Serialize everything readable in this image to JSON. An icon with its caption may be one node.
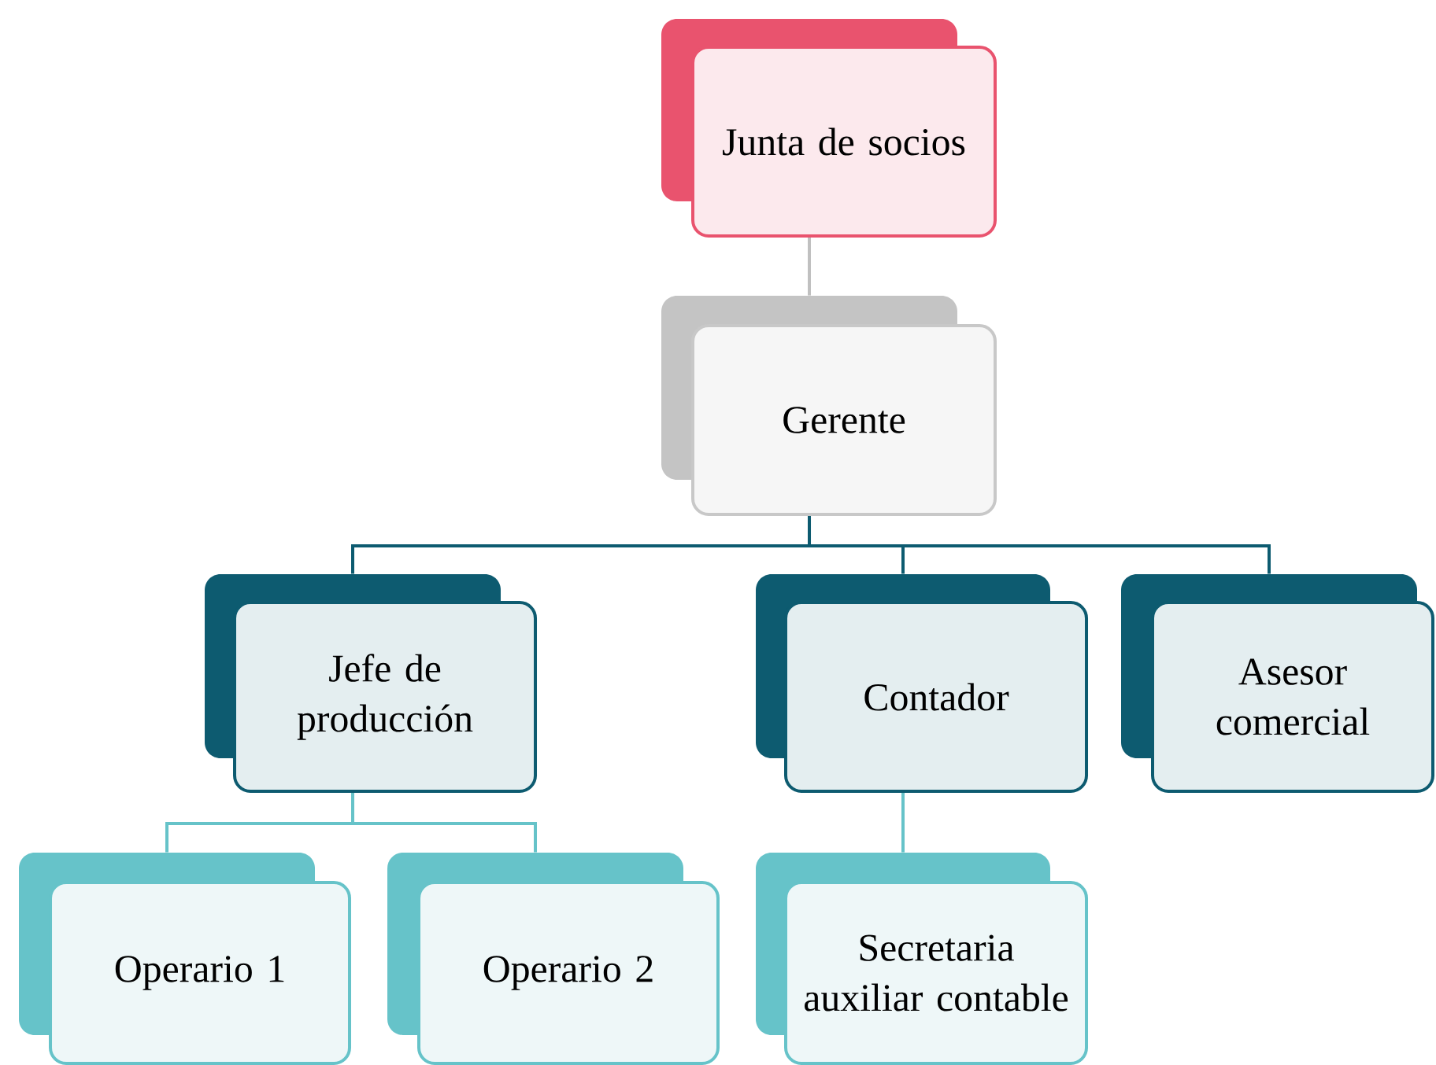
{
  "diagram": {
    "nodes": [
      {
        "text": [
          "Junta de socios"
        ]
      },
      {
        "text": [
          "Gerente"
        ]
      },
      {
        "text": [
          "Jefe de producción"
        ]
      },
      {
        "text": [
          "Contador"
        ]
      },
      {
        "text": [
          "Asesor comercial"
        ]
      },
      {
        "text": [
          "Operario 1"
        ]
      },
      {
        "text": [
          "Operario 2"
        ]
      },
      {
        "text": [
          "Secretaria auxiliar contable"
        ]
      }
    ],
    "edges": [
      {
        "from": 0,
        "to": 1,
        "arrow": "none",
        "color": "#c0c0c0"
      },
      {
        "from": 1,
        "to": 2,
        "arrow": "none",
        "color": "#0d5b70"
      },
      {
        "from": 1,
        "to": 3,
        "arrow": "none",
        "color": "#0d5b70"
      },
      {
        "from": 1,
        "to": 4,
        "arrow": "none",
        "color": "#0d5b70"
      },
      {
        "from": 2,
        "to": 5,
        "arrow": "none",
        "color": "#66c3c9"
      },
      {
        "from": 2,
        "to": 6,
        "arrow": "none",
        "color": "#66c3c9"
      },
      {
        "from": 3,
        "to": 7,
        "arrow": "none",
        "color": "#66c3c9"
      }
    ]
  }
}
